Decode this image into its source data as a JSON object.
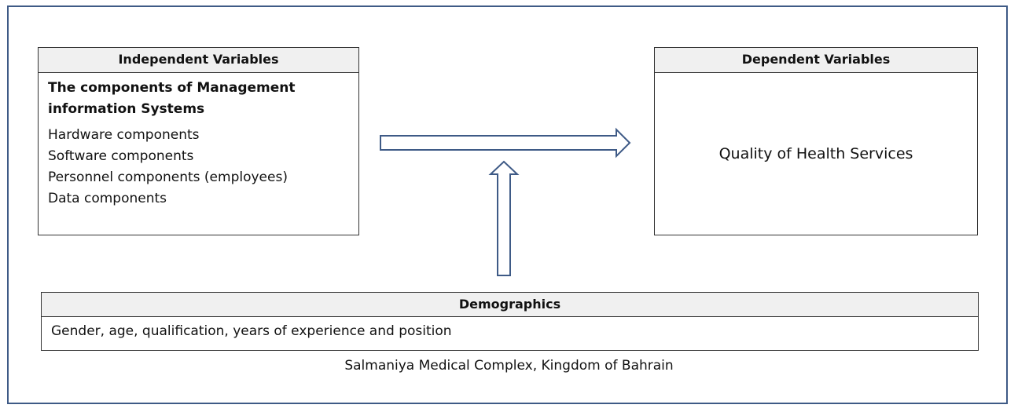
{
  "independent": {
    "header": "Independent Variables",
    "subtitle": "The components of Management information Systems",
    "items": [
      "Hardware components",
      "Software components",
      "Personnel components (employees)",
      "Data components"
    ]
  },
  "dependent": {
    "header": "Dependent Variables",
    "body": "Quality of Health Services"
  },
  "demographics": {
    "header": "Demographics",
    "body": "Gender, age, qualification, years of experience and position"
  },
  "footer": "Salmaniya Medical Complex, Kingdom of Bahrain",
  "colors": {
    "frame": "#3e5a86",
    "arrow": "#3e5a86",
    "header_bg": "#f0f0f0"
  }
}
